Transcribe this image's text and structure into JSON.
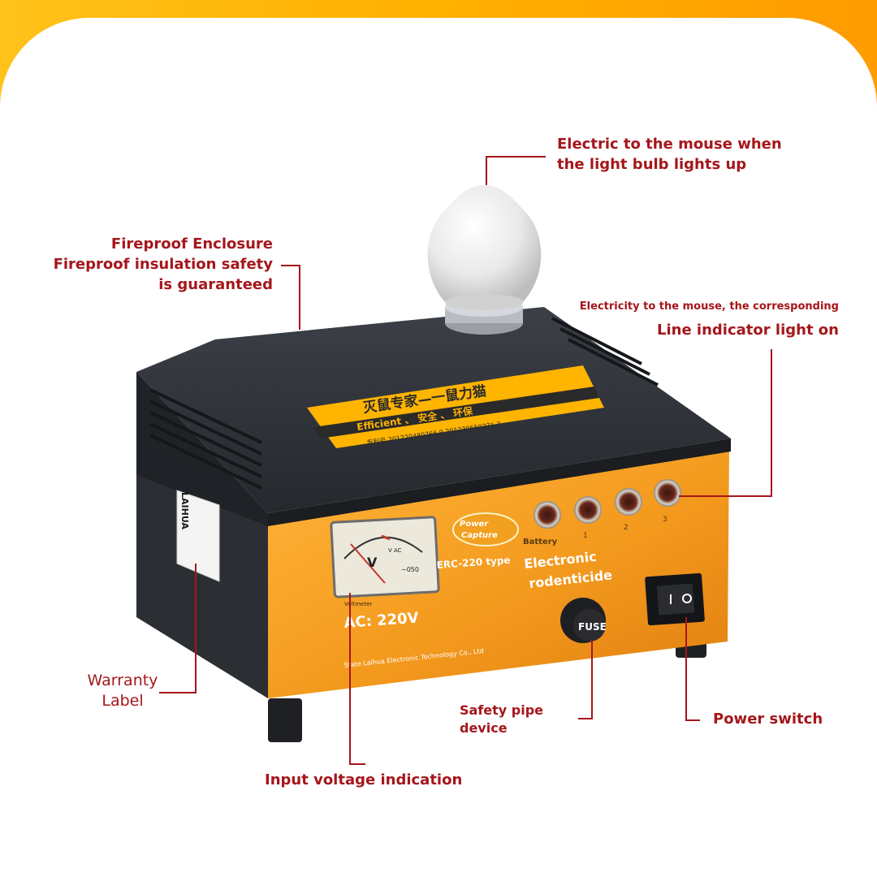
{
  "callouts": {
    "bulb": {
      "line1": "Electric to the mouse when",
      "line2": "the light bulb lights up"
    },
    "enclosure": {
      "title": "Fireproof Enclosure",
      "line1": "Fireproof insulation safety",
      "line2": "is guaranteed"
    },
    "indicator": {
      "line1": "Electricity to the mouse, the corresponding",
      "line2": "Line indicator light on"
    },
    "warranty": {
      "line1": "Warranty",
      "line2": "Label"
    },
    "fuse": {
      "line1": "Safety pipe",
      "line2": "device"
    },
    "switch": {
      "label": "Power switch"
    },
    "voltage": {
      "label": "Input voltage indication"
    }
  },
  "device": {
    "lid_sticker": {
      "line1": "灭鼠专家—一鼠力猫",
      "line2": "Efficient  、 安全 、 环保",
      "line3": "专利号  201220480766.9  201230550271.3"
    },
    "brand_badge": {
      "line1": "Power",
      "line2": "Capture"
    },
    "model": "ERC-220 type",
    "product": {
      "line1": "Electronic",
      "line2": "rodenticide"
    },
    "meter": {
      "unit": "V",
      "mode": "V AC",
      "scale_end": "~050",
      "caption": "Voltmeter"
    },
    "voltage": "AC: 220V",
    "company": "State Laihua Electronic Technology Co., Ltd",
    "fuse_label": "FUSE",
    "indicator_labels": [
      "Battery",
      "1",
      "2",
      "3"
    ],
    "side_label": "LAIHUA"
  },
  "colors": {
    "accent": "#a5161b",
    "body_orange": "#f39a1e",
    "lid": "#33373d",
    "banner": "#ffb400"
  }
}
